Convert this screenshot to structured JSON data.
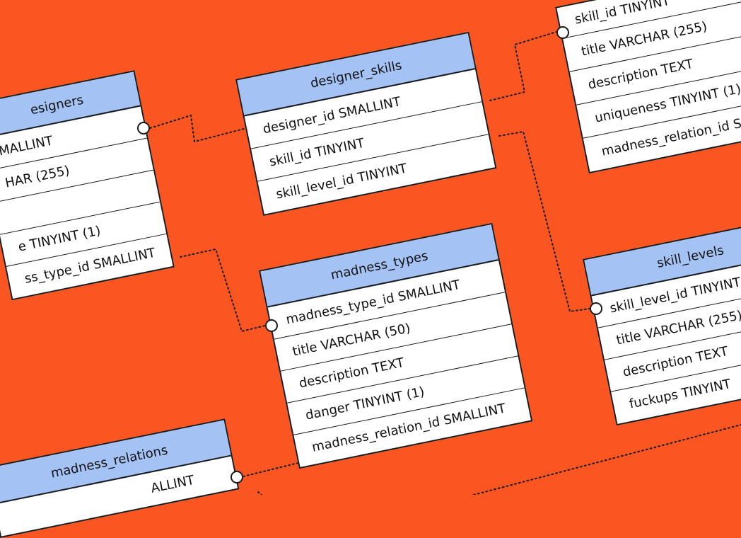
{
  "colors": {
    "background": "#fb5621",
    "header": "#a4c3f4",
    "row": "#ffffff",
    "stroke": "#1a1a1a"
  },
  "tables": {
    "designers": {
      "title": "esigners",
      "rows": [
        "MALLINT",
        "HAR (255)",
        "",
        "e TINYINT (1)",
        "ss_type_id SMALLINT"
      ]
    },
    "designer_skills": {
      "title": "designer_skills",
      "rows": [
        "designer_id SMALLINT",
        "skill_id TINYINT",
        "skill_level_id TINYINT"
      ]
    },
    "skills": {
      "rows": [
        "skill_id TINYINT",
        "title VARCHAR (255)",
        "description TEXT",
        "uniqueness TINYINT (1)",
        "madness_relation_id SM"
      ]
    },
    "madness_types": {
      "title": "madness_types",
      "rows": [
        "madness_type_id SMALLINT",
        "title VARCHAR (50)",
        "description TEXT",
        "danger TINYINT (1)",
        "madness_relation_id SMALLINT"
      ]
    },
    "skill_levels": {
      "title": "skill_levels",
      "rows": [
        "skill_level_id TINYINT",
        "title VARCHAR (255)",
        "description TEXT",
        "fuckups TINYINT"
      ]
    },
    "madness_relations": {
      "title": "madness_relations",
      "rows": [
        "ALLINT"
      ]
    }
  }
}
